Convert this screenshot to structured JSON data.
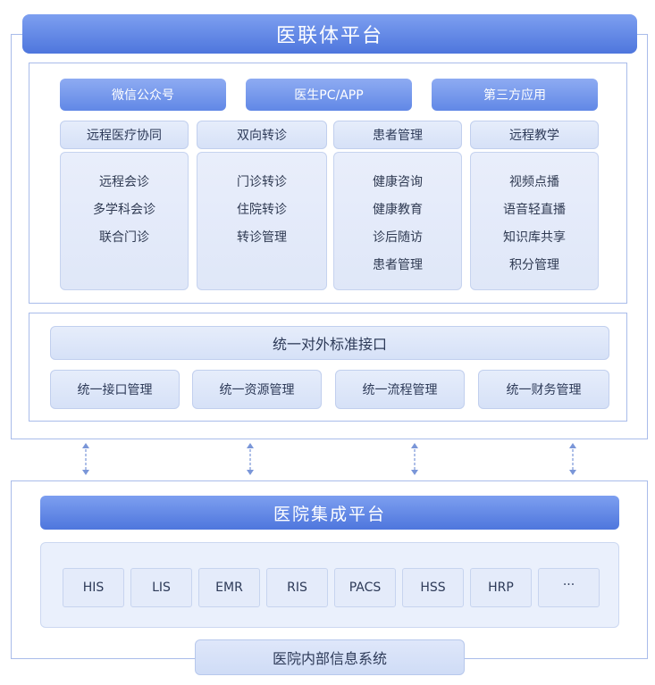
{
  "platform_title": "医联体平台",
  "channels": [
    "微信公众号",
    "医生PC/APP",
    "第三方应用"
  ],
  "modules": [
    {
      "header": "远程医疗协同",
      "items": [
        "远程会诊",
        "多学科会诊",
        "联合门诊"
      ]
    },
    {
      "header": "双向转诊",
      "items": [
        "门诊转诊",
        "住院转诊",
        "转诊管理"
      ]
    },
    {
      "header": "患者管理",
      "items": [
        "健康咨询",
        "健康教育",
        "诊后随访",
        "患者管理"
      ]
    },
    {
      "header": "远程教学",
      "items": [
        "视频点播",
        "语音轻直播",
        "知识库共享",
        "积分管理"
      ]
    }
  ],
  "interface_title": "统一对外标准接口",
  "interface_items": [
    "统一接口管理",
    "统一资源管理",
    "统一流程管理",
    "统一财务管理"
  ],
  "hospital_title": "医院集成平台",
  "systems": [
    "HIS",
    "LIS",
    "EMR",
    "RIS",
    "PACS",
    "HSS",
    "HRP",
    "···"
  ],
  "internal_label": "医院内部信息系统",
  "colors": {
    "accent": "#5a82e3",
    "border": "#a9bcea",
    "light": "#e4ebfa"
  }
}
